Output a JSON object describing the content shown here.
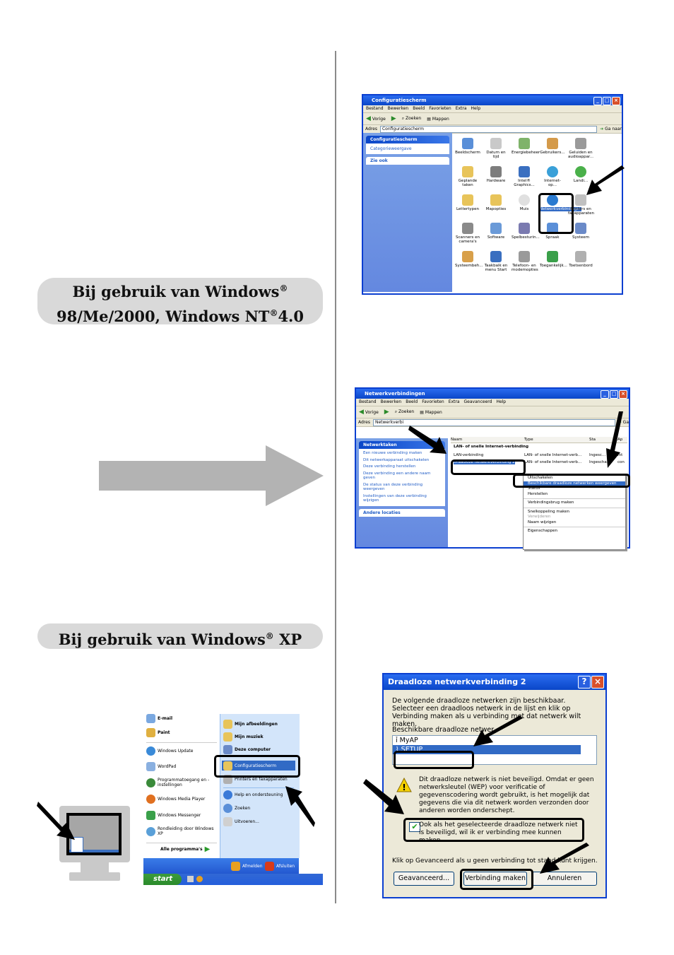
{
  "headings": {
    "older_windows_line1": "Bij gebruik van Windows",
    "older_windows_reg": "®",
    "older_windows_line2": "98/Me/2000, Windows NT",
    "older_windows_reg2": "®",
    "older_windows_ver": "4.0",
    "xp_prefix": "Bij gebruik van Windows",
    "xp_reg": "®",
    "xp_suffix": " XP"
  },
  "control_panel": {
    "title": "Configuratiescherm",
    "menu": [
      "Bestand",
      "Bewerken",
      "Beeld",
      "Favorieten",
      "Extra",
      "Help"
    ],
    "toolbar": [
      "Vorige",
      "Zoeken",
      "Mappen"
    ],
    "address_label": "Adres",
    "address_value": "Configuratiescherm",
    "go_label": "Ga naar",
    "pane_title": "Configuratiescherm",
    "pane_link": "Categorieweergave",
    "see_also": "Zie ook",
    "icons": [
      "Beeldscherm",
      "Datum en tijd",
      "Energiebeheer",
      "Gebruikers...",
      "Geluiden en audioappar...",
      "Geplande taken",
      "Hardware",
      "Intel® Graphics...",
      "Internet-op...",
      "Landi...",
      "Lettertypen",
      "Mapopties",
      "Muis",
      "Netwerkverbindingen",
      "Printers en faxapparaten",
      "Scanners en camera's",
      "Software",
      "Spelbesturin...",
      "Spraak",
      "Systeem",
      "Systeembeh...",
      "Taakbalk en menu Start",
      "Telefoon- en modemopties",
      "Toegankelijk...",
      "Toetsenbord"
    ]
  },
  "network": {
    "title": "Netwerkverbindingen",
    "menu": [
      "Bestand",
      "Bewerken",
      "Beeld",
      "Favorieten",
      "Extra",
      "Geavanceerd",
      "Help"
    ],
    "toolbar": [
      "Vorige",
      "Zoeken",
      "Mappen"
    ],
    "address_label": "Adres",
    "address_value": "Netwerkverbi",
    "go_label": "Ga",
    "tasks_head": "Netwerktaken",
    "tasks": [
      "Een nieuwe verbinding maken",
      "Dit netwerkapparaat uitschakelen",
      "Deze verbinding herstellen",
      "Deze verbinding een andere naam geven",
      "De status van deze verbinding weergeven",
      "Instellingen van deze verbinding wijzigen"
    ],
    "other_head": "Andere locaties",
    "col_name": "Naam",
    "col_type": "Type",
    "col_status": "Sta",
    "col_extra": "Ap",
    "group": "LAN- of snelle Internet-verbinding",
    "row1_name": "LAN-verbinding",
    "row1_type": "LAN- of snelle Internet-verb...",
    "row1_status": "Ingesc...",
    "row1_extra": "Int",
    "row2_name": "Draadloze netwerkverbinding 2",
    "row2_type": "LAN- of snelle Internet-verb...",
    "row2_status": "Ingescha...",
    "row2_extra": "con",
    "context": [
      "Uitschakelen",
      "Beschikbare draadloze netwerken weergeven",
      "Status",
      "Herstellen",
      "Verbindingsbrug maken",
      "Snelkoppeling maken",
      "Verwijderen",
      "Naam wijzigen",
      "Eigenschappen"
    ]
  },
  "dialog": {
    "title": "Draadloze netwerkverbinding 2",
    "intro": "De volgende draadloze netwerken zijn beschikbaar. Selecteer een draadloos netwerk in de lijst en klik op Verbinding maken als u verbinding met dat netwerk wilt maken.",
    "list_label": "Beschikbare draadloze netwer",
    "networks": [
      "MyAP",
      "SETUP"
    ],
    "warning": "Dit draadloze netwerk is niet beveiligd. Omdat er geen netwerksleutel (WEP) voor verificatie of gegevenscodering wordt gebruikt, is het mogelijk dat gegevens die via dit netwerk worden verzonden door anderen worden onderschept.",
    "checkbox": "Ook als het geselecteerde draadloze netwerk niet is beveiligd, wil ik er verbinding mee kunnen maken",
    "advanced_hint": "Klik op Gevanceerd als u geen verbinding tot stand kunt krijgen.",
    "btn_advanced": "Geavanceerd...",
    "btn_connect": "Verbinding maken",
    "btn_cancel": "Annuleren"
  },
  "startmenu": {
    "left_items": [
      "E-mail",
      "Paint",
      "Windows Update",
      "WordPad",
      "Programmatoegang en -instellingen",
      "Windows Media Player",
      "Windows Messenger",
      "Rondleiding door Windows XP"
    ],
    "all_programs": "Alle programma's",
    "right_items": [
      "Mijn afbeeldingen",
      "Mijn muziek",
      "Deze computer",
      "Configuratiescherm",
      "Printers en faxapparaten",
      "Help en ondersteuning",
      "Zoeken",
      "Uitvoeren..."
    ],
    "logoff": "Afmelden",
    "shutdown": "Afsluiten",
    "start": "start"
  },
  "colors": {
    "pill_bg": "#d9d9d9",
    "xp_blue": "#0a46c8",
    "arrow_gray": "#b3b3b3"
  }
}
